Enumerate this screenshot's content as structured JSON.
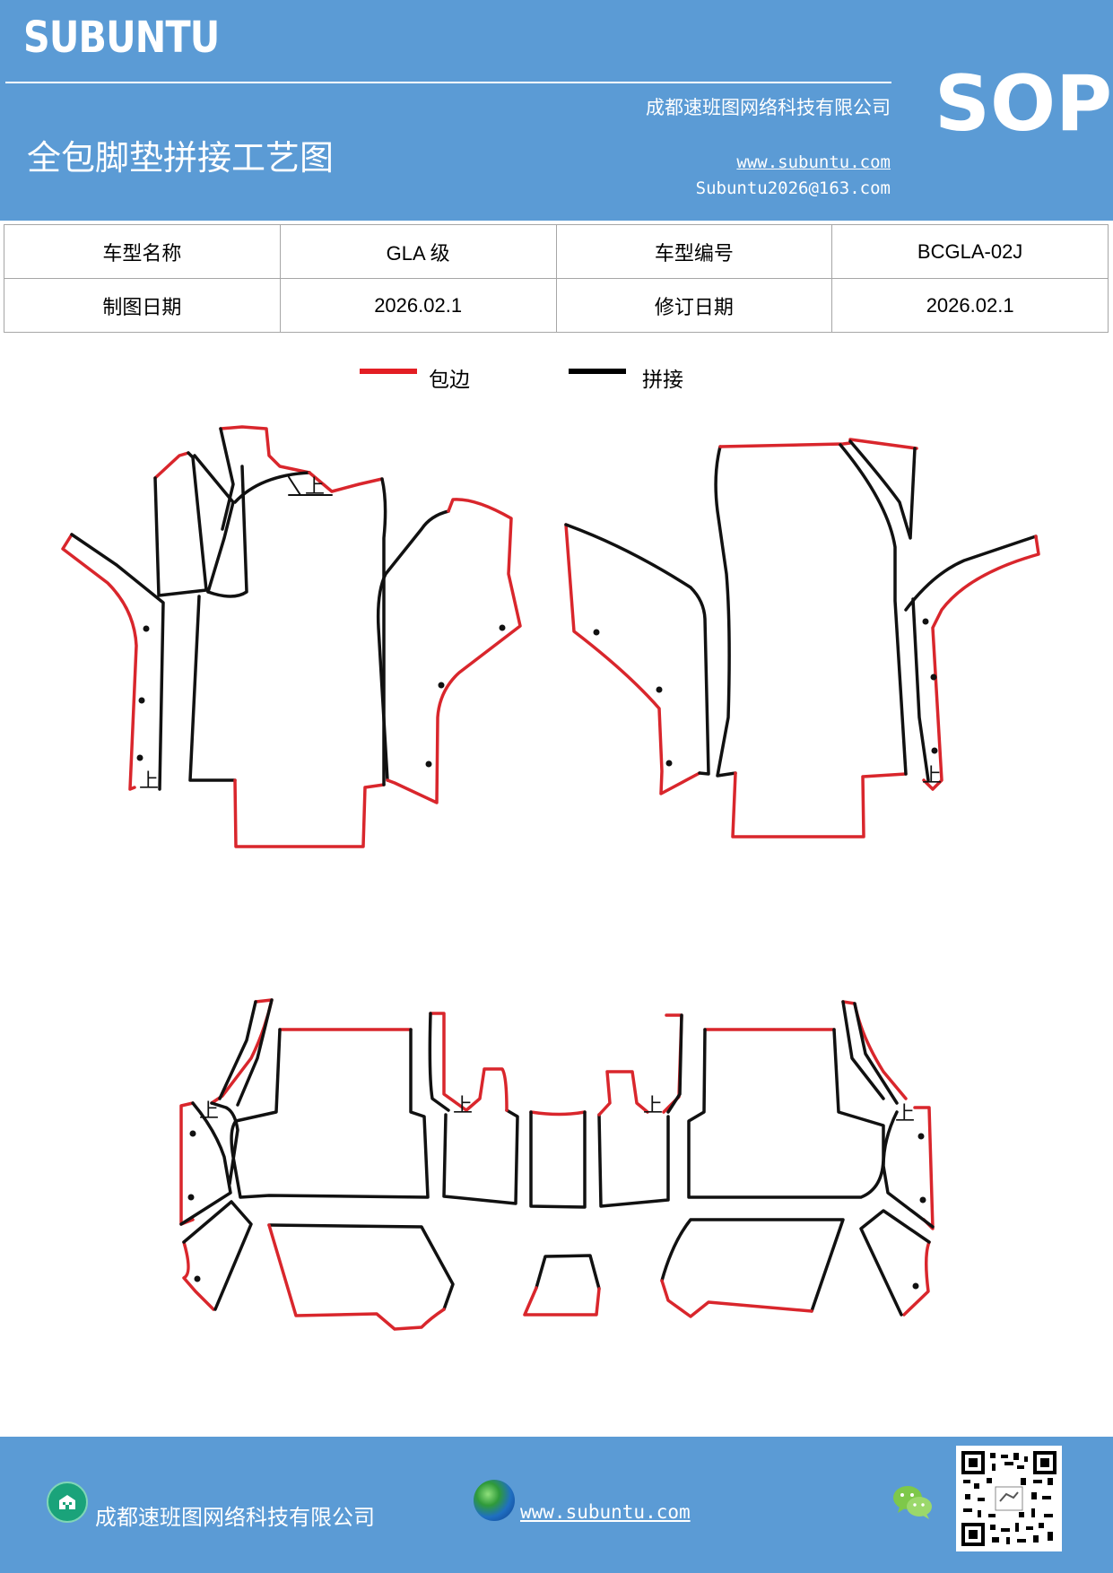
{
  "header": {
    "brand": "SUBUNTU",
    "company": "成都速班图网络科技有限公司",
    "title": "全包脚垫拼接工艺图",
    "website": "www.subuntu.com",
    "email": "Subuntu2026@163.com",
    "sop": "SOP"
  },
  "info_table": {
    "row1": {
      "label1": "车型名称",
      "value1": "GLA 级",
      "label2": "车型编号",
      "value2": "BCGLA-02J"
    },
    "row2": {
      "label1": "制图日期",
      "value1": "2026.02.1",
      "label2": "修订日期",
      "value2": "2026.02.1"
    }
  },
  "legend": {
    "items": [
      {
        "label": "包边",
        "color": "#e31e24"
      },
      {
        "label": "拼接",
        "color": "#000000"
      }
    ]
  },
  "diagram": {
    "marker_label": "上",
    "colors": {
      "edge": "#d9262c",
      "seam": "#111111"
    }
  },
  "footer": {
    "company": "成都速班图网络科技有限公司",
    "website": "www.subuntu.com",
    "icons": [
      "company-icon",
      "globe-icon",
      "wechat-icon",
      "qr-code"
    ]
  },
  "colors": {
    "brand_blue": "#5b9bd5",
    "text_white": "#ffffff"
  }
}
